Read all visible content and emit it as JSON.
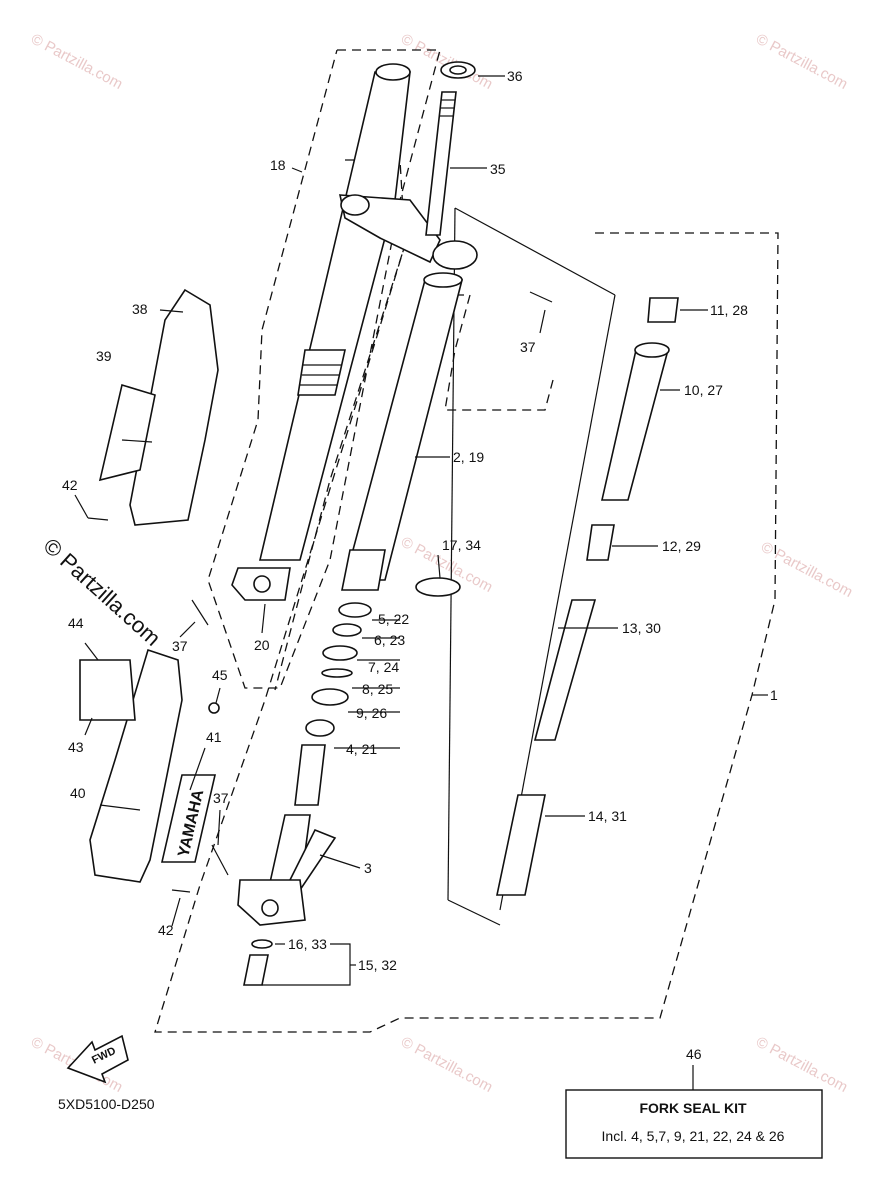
{
  "watermark": "© Partzilla.com",
  "diagram_code": "5XD5100-D250",
  "fwd_arrow": "FWD",
  "decal_text": "YAMAHA",
  "callouts": {
    "c1": "1",
    "c2": "2, 19",
    "c3": "3",
    "c4": "4, 21",
    "c5": "5, 22",
    "c6": "6, 23",
    "c7": "7, 24",
    "c8": "8, 25",
    "c9": "9, 26",
    "c10": "10, 27",
    "c11": "11, 28",
    "c12": "12, 29",
    "c13": "13, 30",
    "c14": "14, 31",
    "c15": "15, 32",
    "c16": "16, 33",
    "c17": "17, 34",
    "c18": "18",
    "c20": "20",
    "c35": "35",
    "c36": "36",
    "c37a": "37",
    "c37b": "37",
    "c37c": "37",
    "c38": "38",
    "c39": "39",
    "c40": "40",
    "c41": "41",
    "c42a": "42",
    "c42b": "42",
    "c43": "43",
    "c44": "44",
    "c45": "45",
    "c46": "46"
  },
  "kit": {
    "title": "FORK SEAL KIT",
    "includes": "Incl. 4, 5,7, 9, 21, 22, 24 & 26"
  }
}
